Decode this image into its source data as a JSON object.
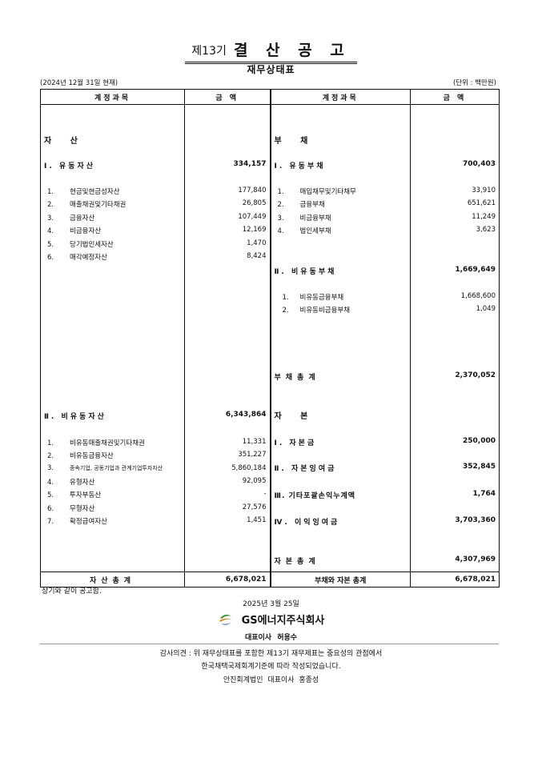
{
  "header": {
    "period": "제13기",
    "title": "결 산 공 고",
    "subtitle": "재무상태표",
    "as_of": "(2024년 12월 31일 현재)",
    "unit": "(단위 : 백만원)"
  },
  "columns": {
    "account": "계정과목",
    "amount": "금 액"
  },
  "assets": {
    "section_label": "자 산",
    "current": {
      "label": "Ⅰ. 유동자산",
      "amount": "334,157",
      "items": [
        {
          "no": "1.",
          "name": "현금및현금성자산",
          "amount": "177,840"
        },
        {
          "no": "2.",
          "name": "매출채권및기타채권",
          "amount": "26,805"
        },
        {
          "no": "3.",
          "name": "금융자산",
          "amount": "107,449"
        },
        {
          "no": "4.",
          "name": "비금융자산",
          "amount": "12,169"
        },
        {
          "no": "5.",
          "name": "당기법인세자산",
          "amount": "1,470"
        },
        {
          "no": "6.",
          "name": "매각예정자산",
          "amount": "8,424"
        }
      ]
    },
    "noncurrent": {
      "label": "Ⅱ. 비유동자산",
      "amount": "6,343,864",
      "items": [
        {
          "no": "1.",
          "name": "비유동매출채권및기타채권",
          "amount": "11,331"
        },
        {
          "no": "2.",
          "name": "비유동금융자산",
          "amount": "351,227"
        },
        {
          "no": "3.",
          "name": "종속기업, 공동기업과 관계기업투자자산",
          "amount": "5,860,184"
        },
        {
          "no": "4.",
          "name": "유형자산",
          "amount": "92,095"
        },
        {
          "no": "5.",
          "name": "투자부동산",
          "amount": "-"
        },
        {
          "no": "6.",
          "name": "무형자산",
          "amount": "27,576"
        },
        {
          "no": "7.",
          "name": "확정급여자산",
          "amount": "1,451"
        }
      ]
    },
    "total_label": "자산총계",
    "total": "6,678,021"
  },
  "liabilities": {
    "section_label": "부 채",
    "current": {
      "label": "Ⅰ. 유동부채",
      "amount": "700,403",
      "items": [
        {
          "no": "1.",
          "name": "매입채무및기타채무",
          "amount": "33,910"
        },
        {
          "no": "2.",
          "name": "금융부채",
          "amount": "651,621"
        },
        {
          "no": "3.",
          "name": "비금융부채",
          "amount": "11,249"
        },
        {
          "no": "4.",
          "name": "법인세부채",
          "amount": "3,623"
        }
      ]
    },
    "noncurrent": {
      "label": "Ⅱ. 비유동부채",
      "amount": "1,669,649",
      "items": [
        {
          "no": "1.",
          "name": "비유동금융부채",
          "amount": "1,668,600"
        },
        {
          "no": "2.",
          "name": "비유동비금융부채",
          "amount": "1,049"
        }
      ]
    },
    "total_label": "부채총계",
    "total": "2,370,052"
  },
  "equity": {
    "section_label": "자 본",
    "items": [
      {
        "label": "Ⅰ. 자본금",
        "amount": "250,000"
      },
      {
        "label": "Ⅱ. 자본잉여금",
        "amount": "352,845"
      },
      {
        "label": "Ⅲ. 기타포괄손익누계액",
        "amount": "1,764"
      },
      {
        "label": "Ⅳ. 이익잉여금",
        "amount": "3,703,360"
      }
    ],
    "total_label": "자본총계",
    "total": "4,307,969"
  },
  "liab_equity_total_label": "부채와 자본 총계",
  "liab_equity_total": "6,678,021",
  "footer": {
    "note": "상기와 같이 공고함.",
    "date": "2025년 3월 25일",
    "company_prefix": "GS",
    "company_rest": "에너지주식회사",
    "representative": "대표이사 허용수",
    "audit_line1": "감사의견 : 위 재무상태표를 포함한 제13기 재무제표는 중요성의 관점에서",
    "audit_line2": "한국채택국제회계기준에 따라 작성되었습니다.",
    "audit_line3": "안진회계법인 대표이사 홍종성"
  },
  "brand_colors": {
    "logo_green": "#3a9a3e",
    "logo_orange": "#f08a1c",
    "logo_blue": "#1f6fb5"
  }
}
